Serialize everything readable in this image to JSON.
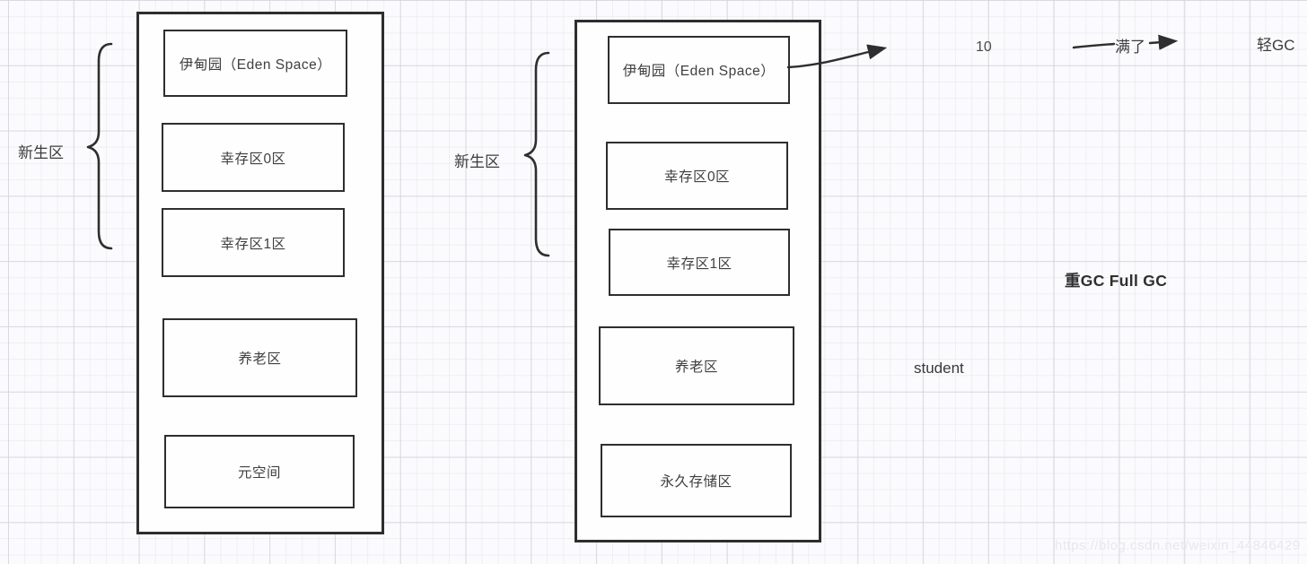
{
  "diagram_title": "JVM heap memory structure (garbage collection)",
  "labels": {
    "young_gen_left": "新生区",
    "young_gen_right": "新生区",
    "ten": "10",
    "full_label": "满了",
    "minor_gc": "轻GC",
    "major_gc": "重GC  Full GC",
    "student": "student",
    "watermark": "https://blog.csdn.net/weixin_44846429"
  },
  "containers": [
    {
      "name": "jvm-memory-left",
      "boxes": [
        "伊甸园（Eden Space）",
        "幸存区0区",
        "幸存区1区",
        "养老区",
        "元空间"
      ]
    },
    {
      "name": "jvm-memory-right",
      "boxes": [
        "伊甸园（Eden Space）",
        "幸存区0区",
        "幸存区1区",
        "养老区",
        "永久存储区"
      ]
    }
  ],
  "colors": {
    "border": "#2e2e2e",
    "text": "#3d3d3d",
    "grid_minor": "#e3e5ec",
    "grid_major": "#d0d3dc",
    "background": "#fbfbfd",
    "watermark": "#e8e8ec"
  }
}
